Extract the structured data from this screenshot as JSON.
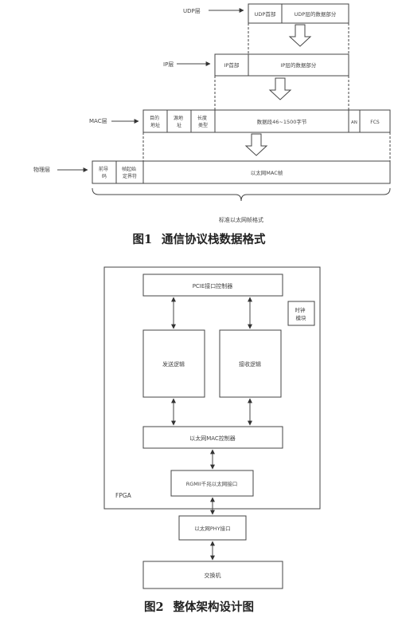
{
  "figure1": {
    "layers": {
      "udp": "UDP层",
      "ip": "IP层",
      "mac": "MAC层",
      "phy": "物理层"
    },
    "udp_row": {
      "header": "UDP首部",
      "data": "UDP层的数据部分"
    },
    "ip_row": {
      "header": "IP首部",
      "data": "IP层的数据部分"
    },
    "mac_row": {
      "dest_addr": [
        "目的",
        "地址"
      ],
      "src_addr": [
        "源地",
        "址"
      ],
      "length_type": [
        "长度",
        "类型"
      ],
      "data": "数据段46~1500字节",
      "an": "AN",
      "fcs": "FCS"
    },
    "phy_row": {
      "preamble": [
        "前导",
        "码"
      ],
      "sfd": [
        "帧起始",
        "定界符"
      ],
      "frame": "以太网MAC帧"
    },
    "brace_label": "标准以太网帧格式",
    "caption_num": "图1",
    "caption_text": "通信协议栈数据格式"
  },
  "figure2": {
    "pcie": "PCIE接口控制器",
    "clock": [
      "时钟",
      "模块"
    ],
    "tx": "发送逻辑",
    "rx": "接收逻辑",
    "mac_ctrl": "以太网MAC控制器",
    "rgmii": "RGMII千兆以太网接口",
    "fpga": "FPGA",
    "phy_iface": "以太网PHY接口",
    "switch": "交换机",
    "caption_num": "图2",
    "caption_text": "整体架构设计图"
  }
}
